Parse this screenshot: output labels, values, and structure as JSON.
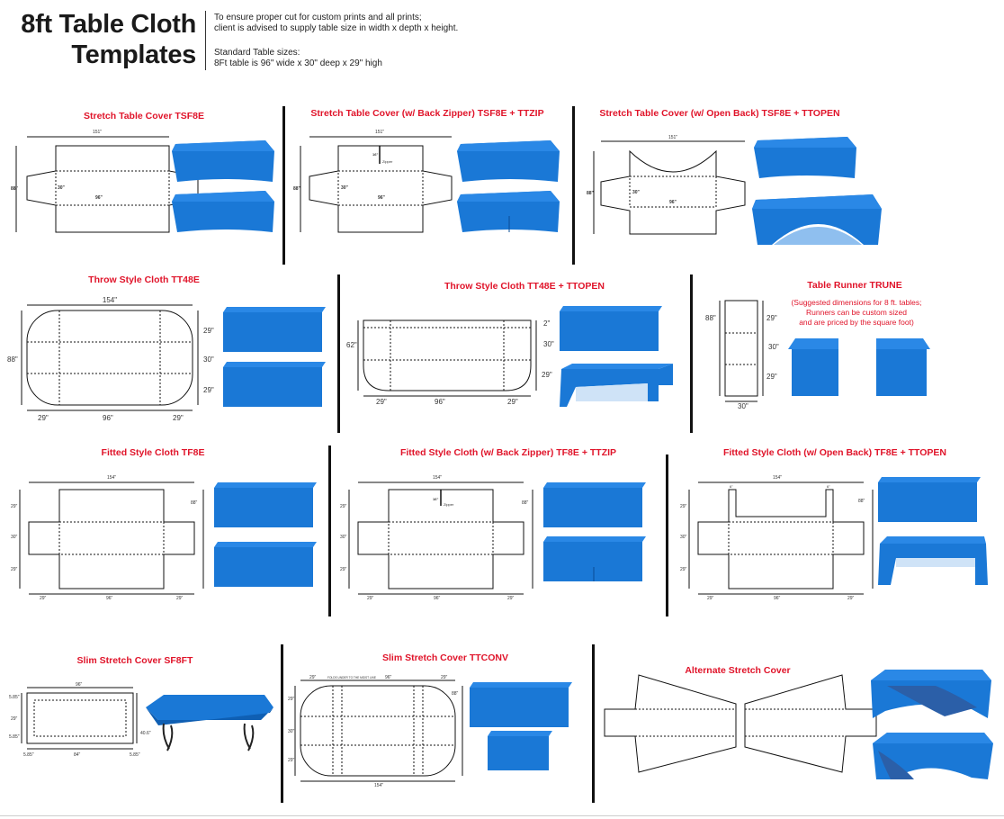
{
  "header": {
    "title_line1": "8ft Table Cloth",
    "title_line2": "Templates",
    "note_line1": "To ensure proper cut for custom prints and all prints;",
    "note_line2": "client is advised to supply table size in width x depth x height.",
    "std_line1": "Standard Table sizes:",
    "std_line2": "8Ft table is 96\" wide x 30\" deep x 29\" high"
  },
  "sections": {
    "s1": {
      "title": "Stretch Table Cover TSF8E",
      "width_dim": "151\"",
      "height_dim": "88\"",
      "depth_dim": "30\"",
      "length_dim": "96\""
    },
    "s2": {
      "title": "Stretch Table Cover (w/ Back Zipper) TSF8E + TTZIP",
      "width_dim": "151\"",
      "height_dim": "88\"",
      "depth_dim": "30\"",
      "length_dim": "96\"",
      "zip_dim": "16\"",
      "zip_label": "Zipper"
    },
    "s3": {
      "title": "Stretch Table Cover (w/ Open Back) TSF8E + TTOPEN",
      "width_dim": "151\"",
      "height_dim": "88\"",
      "depth_dim": "30\"",
      "length_dim": "96\""
    },
    "s4": {
      "title": "Throw Style Cloth TT48E",
      "width_dim": "154\"",
      "height_dim": "88\"",
      "drop_top": "29\"",
      "depth": "30\"",
      "drop_bottom": "29\"",
      "b_left": "29\"",
      "b_mid": "96\"",
      "b_right": "29\""
    },
    "s5": {
      "title": "Throw Style Cloth TT48E + TTOPEN",
      "height_dim": "62\"",
      "r_top": "2\"",
      "r_mid": "30\"",
      "r_bot": "29\"",
      "b_left": "29\"",
      "b_mid": "96\"",
      "b_right": "29\""
    },
    "s6": {
      "title": "Table Runner TRUNE",
      "sub1": "(Suggested dimensions for 8 ft. tables;",
      "sub2": "Runners can be custom sized",
      "sub3": "and are priced by the square foot)",
      "h_dim": "88\"",
      "r_top": "29\"",
      "r_mid": "30\"",
      "r_bot": "29\"",
      "w_dim": "30\""
    },
    "s7": {
      "title": "Fitted Style Cloth TF8E",
      "w_dim": "154\"",
      "h_dim": "88\"",
      "l_top": "29\"",
      "l_mid": "30\"",
      "l_bot": "29\"",
      "b_left": "29\"",
      "b_mid": "96\"",
      "b_right": "29\""
    },
    "s8": {
      "title": "Fitted Style Cloth (w/ Back Zipper) TF8E + TTZIP",
      "w_dim": "154\"",
      "h_dim": "88\"",
      "l_top": "29\"",
      "l_mid": "30\"",
      "l_bot": "29\"",
      "b_left": "29\"",
      "b_mid": "96\"",
      "b_right": "29\"",
      "zip_dim": "16\"",
      "zip_label": "Zipper"
    },
    "s9": {
      "title": "Fitted Style Cloth (w/ Open Back) TF8E + TTOPEN",
      "w_dim": "154\"",
      "h_dim": "88\"",
      "l_top": "29\"",
      "l_mid": "30\"",
      "l_bot": "29\"",
      "b_left": "29\"",
      "b_mid": "96\"",
      "b_right": "29\"",
      "open_l": "6\"",
      "open_r": "6\""
    },
    "s10": {
      "title": "Slim Stretch Cover SF8FT",
      "w_dim": "96\"",
      "l_top": "5.85\"",
      "l_mid": "29\"",
      "l_bot": "5.85\"",
      "r_dim": "40.6\"",
      "b_left": "5.85\"",
      "b_mid": "84\"",
      "b_right": "5.85\""
    },
    "s11": {
      "title": "Slim Stretch Cover TTCONV",
      "t_left": "29\"",
      "fold_note": "FOLDS UNDER TO THE MIDST LINE",
      "t_mid": "96\"",
      "t_right": "29\"",
      "r_dim": "88\"",
      "l_top": "29\"",
      "l_mid": "30\"",
      "l_bot": "29\"",
      "b_dim": "154\""
    },
    "s12": {
      "title": "Alternate Stretch Cover"
    }
  },
  "colors": {
    "cloth": "#1a78d6",
    "cloth_dark": "#0f5fb3",
    "cloth_shadow": "#2b5fa8",
    "accent": "#e0142a"
  }
}
